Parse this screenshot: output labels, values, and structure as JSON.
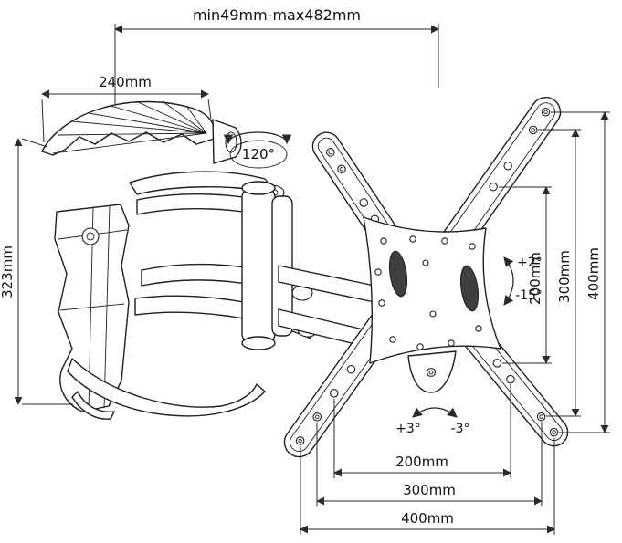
{
  "diagram": {
    "colors": {
      "background": "#ffffff",
      "line": "#1f1f1f",
      "dim_line": "#2a2a2a",
      "slot_fill": "#3f3f3f"
    },
    "labels": {
      "extension_range": "min49mm-max482mm",
      "top_width": "240mm",
      "left_height": "323mm",
      "swivel_angle": "120°",
      "tilt_up": "+2°",
      "tilt_down": "-15°",
      "vesa_v_200": "200mm",
      "vesa_v_300": "300mm",
      "vesa_v_400": "400mm",
      "rotation_plus": "+3°",
      "rotation_minus": "-3°",
      "vesa_h_200": "200mm",
      "vesa_h_300": "300mm",
      "vesa_h_400": "400mm"
    }
  }
}
